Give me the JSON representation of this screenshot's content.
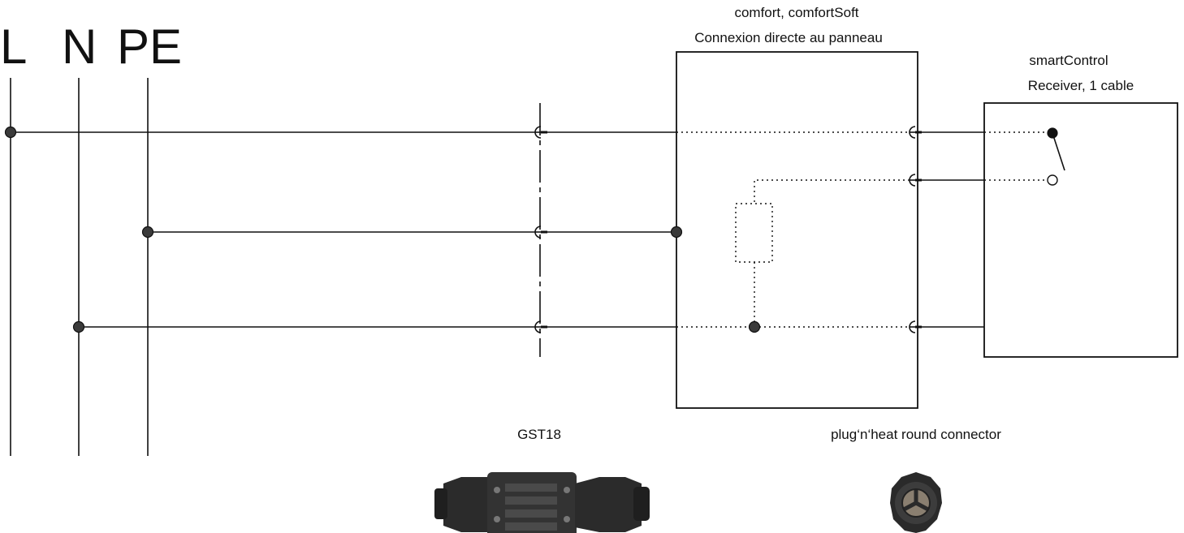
{
  "bus_labels": {
    "l": "L",
    "n": "N",
    "pe": "PE"
  },
  "comfort_box": {
    "line1": "comfort, comfortSoft",
    "line2": "Connexion directe au panneau"
  },
  "receiver_box": {
    "line1": "smartControl",
    "line2": "Receiver, 1 cable"
  },
  "connectors": {
    "gst18": "GST18",
    "plug_n_heat": "plug‘n‘heat round connector"
  },
  "colors": {
    "line": "#111111",
    "node": "#3a3a3a",
    "connector_body": "#2b2b2b"
  },
  "icons": {
    "gst18": "gst18-connector-photo",
    "plug_n_heat": "round-connector-photo"
  }
}
